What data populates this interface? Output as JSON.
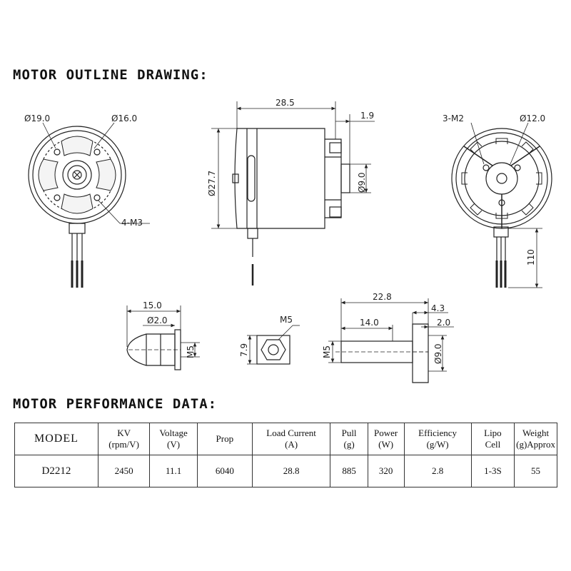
{
  "headings": {
    "outline": "MOTOR OUTLINE DRAWING:",
    "performance": "MOTOR PERFORMANCE DATA:"
  },
  "dimensions": {
    "front_outer": "Ø19.0",
    "front_inner": "Ø16.0",
    "front_holes": "4-M3",
    "side_length": "28.5",
    "side_shaft_len": "1.9",
    "side_diameter": "Ø27.7",
    "side_shaft_dia": "Ø9.0",
    "rear_holes": "3-M2",
    "rear_dia": "Ø12.0",
    "lead_length": "110",
    "spinner_len": "15.0",
    "spinner_hole": "Ø2.0",
    "spinner_thread": "M5",
    "nut_thread": "M5",
    "nut_width": "7.9",
    "adapter_total": "22.8",
    "adapter_flange": "4.3",
    "adapter_thread_len": "14.0",
    "adapter_flange_thk": "2.0",
    "adapter_thread": "M5",
    "adapter_dia": "Ø9.0"
  },
  "table": {
    "headers": [
      [
        "MODEL",
        ""
      ],
      [
        "KV",
        "(rpm/V)"
      ],
      [
        "Voltage",
        "(V)"
      ],
      [
        "Prop",
        ""
      ],
      [
        "Load Current",
        "(A)"
      ],
      [
        "Pull",
        "(g)"
      ],
      [
        "Power",
        "(W)"
      ],
      [
        "Efficiency",
        "(g/W)"
      ],
      [
        "Lipo",
        "Cell"
      ],
      [
        "Weight",
        "(g)Approx"
      ]
    ],
    "row": [
      "D2212",
      "2450",
      "11.1",
      "6040",
      "28.8",
      "885",
      "320",
      "2.8",
      "1-3S",
      "55"
    ]
  }
}
